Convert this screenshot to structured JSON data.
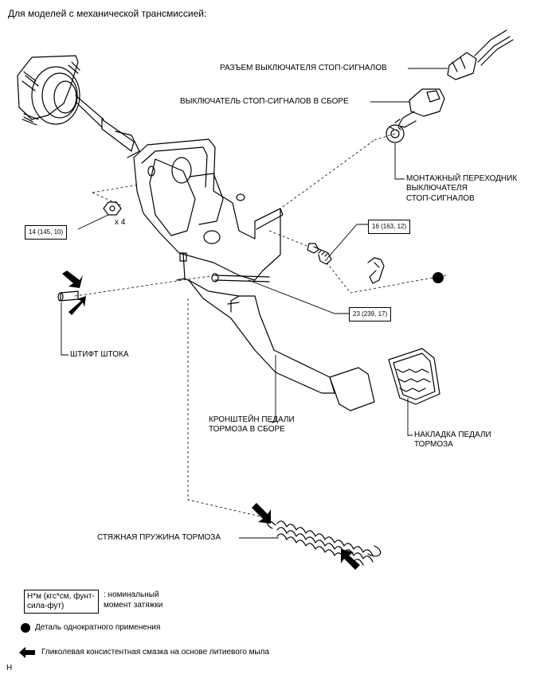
{
  "header": {
    "title": "Для моделей с механической трансмиссией:"
  },
  "labels": {
    "connector": "РАЗЪЕМ ВЫКЛЮЧАТЕЛЯ СТОП-СИГНАЛОВ",
    "switch_assy": "ВЫКЛЮЧАТЕЛЬ СТОП-СИГНАЛОВ В СБОРЕ",
    "adapter_line1": "МОНТАЖНЫЙ ПЕРЕХОДНИК",
    "adapter_line2": "ВЫКЛЮЧАТЕЛЯ",
    "adapter_line3": "СТОП-СИГНАЛОВ",
    "push_rod_pin": "ШТИФТ ШТОКА",
    "bracket_line1": "КРОНШТЕЙН ПЕДАЛИ",
    "bracket_line2": "ТОРМОЗА В СБОРЕ",
    "pad_line1": "НАКЛАДКА ПЕДАЛИ",
    "pad_line2": "ТОРМОЗА",
    "spring": "СТЯЖНАЯ ПРУЖИНА ТОРМОЗА",
    "qty": "x 4"
  },
  "torque": {
    "nut": "14 (145, 10)",
    "bolt_top": "16 (163, 12)",
    "bolt_bottom": "23 (239, 17)"
  },
  "legend": {
    "unit_line1": "Н*м (кгс*см, фунт-",
    "unit_line2": "сила-фут)",
    "torque_line1": ": номинальный",
    "torque_line2": "момент затяжки",
    "single_use": "Деталь однократного применения",
    "grease": "Гликолевая консистентная смазка на основе литиевого мыла"
  },
  "footer": {
    "code": "H"
  }
}
